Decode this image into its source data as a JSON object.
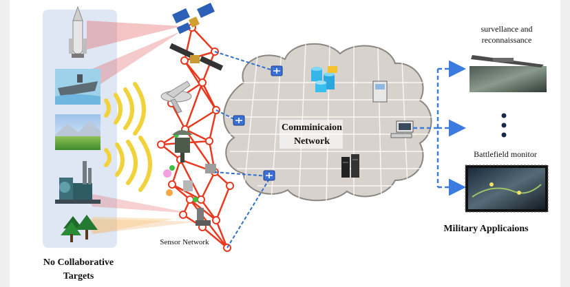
{
  "labels": {
    "left_panel": "No Collaborative Targets",
    "left_panel_line1": "No Collaborative",
    "left_panel_line2": "Targets",
    "sensor_network": "Sensor Network",
    "comm_network_line1": "Comminicaion",
    "comm_network_line2": "Network",
    "surveillance_line1": "survellance and",
    "surveillance_line2": "reconnaissance",
    "battlefield": "Battlefield monitor",
    "military": "Military Applicaions"
  },
  "colors": {
    "left_panel_bg": "#dfe6f4",
    "sensor_link": "#e8391e",
    "comm_link": "#2f6fd1",
    "cloud_fill": "#d8d2cc",
    "cloud_stroke": "#8a8580",
    "arrow": "#3b7be0",
    "sensing_wave": "#f2d23a"
  },
  "icons": [
    "rocket-icon",
    "aircraft-carrier-icon",
    "landscape-icon",
    "factory-icon",
    "trees-icon",
    "satellite-icon",
    "uav-icon",
    "radar-icon",
    "router-icon",
    "database-icon",
    "server-icon",
    "computer-icon"
  ]
}
